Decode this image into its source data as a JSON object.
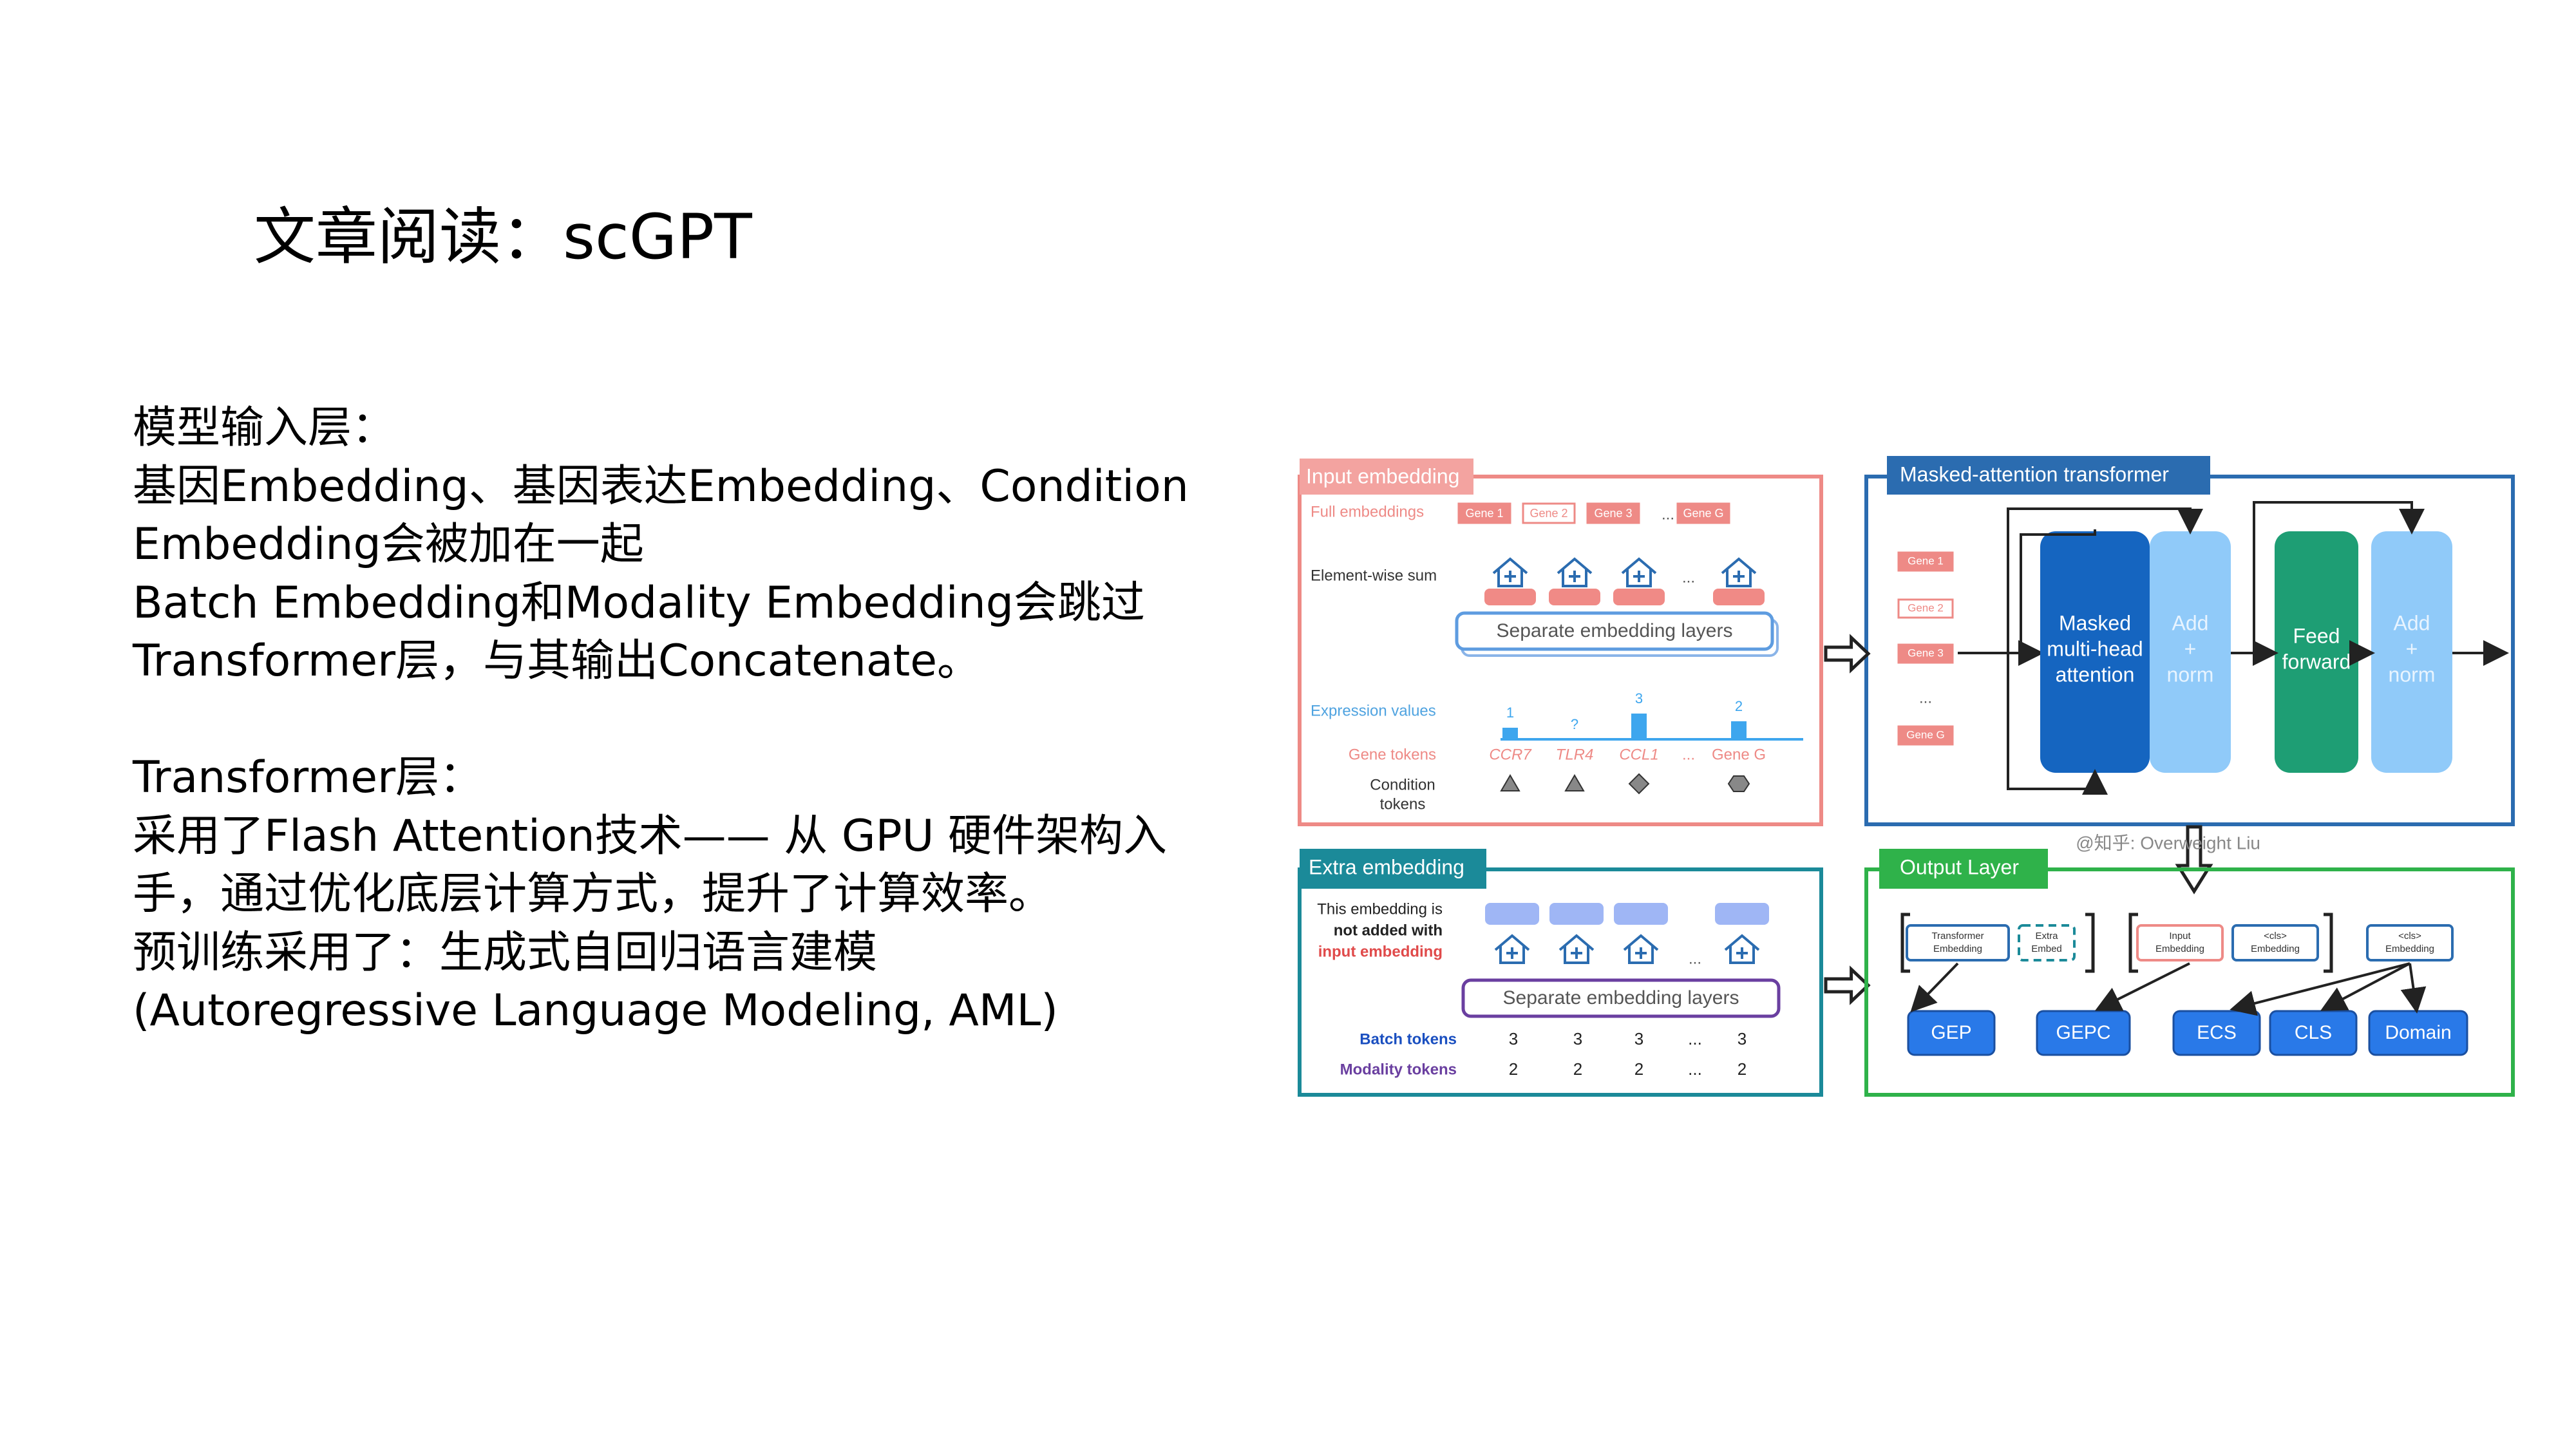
{
  "slide": {
    "title": "文章阅读：scGPT",
    "input_layer_heading": "模型输入层：",
    "input_layer_lines": [
      "基因Embedding、基因表达Embedding、Condition",
      "Embedding会被加在一起",
      "Batch Embedding和Modality Embedding会跳过",
      "Transformer层，与其输出Concatenate。"
    ],
    "transformer_heading": "Transformer层：",
    "transformer_lines": [
      "采用了Flash Attention技术—— 从 GPU 硬件架构入",
      "手，通过优化底层计算方式，提升了计算效率。",
      "预训练采用了：生成式自回归语言建模",
      "(Autoregressive Language Modeling, AML)"
    ]
  },
  "diagram": {
    "input_embedding": {
      "title": "Input embedding",
      "full_embeddings_label": "Full embeddings",
      "genes": [
        "Gene 1",
        "Gene 2",
        "Gene 3",
        "...",
        "Gene G"
      ],
      "element_wise_sum_label": "Element-wise sum",
      "ellipsis": "...",
      "separate_layers_label": "Separate embedding layers",
      "expression_values_label": "Expression values",
      "expression_values": [
        "1",
        "?",
        "3",
        "2"
      ],
      "gene_tokens_label": "Gene tokens",
      "gene_tokens": [
        "CCR7",
        "TLR4",
        "CCL1",
        "...",
        "Gene G"
      ],
      "condition_tokens_label": [
        "Condition",
        "tokens"
      ]
    },
    "masked_transformer": {
      "title": "Masked-attention transformer",
      "genes": [
        "Gene 1",
        "Gene 2",
        "Gene 3",
        "...",
        "Gene G"
      ],
      "blocks": [
        {
          "lines": [
            "Masked",
            "multi-head",
            "attention"
          ],
          "color": "#1565c0"
        },
        {
          "lines": [
            "Add",
            "+",
            "norm"
          ],
          "color": "#90caf9"
        },
        {
          "lines": [
            "Feed",
            "forward"
          ],
          "color": "#1e9e74"
        },
        {
          "lines": [
            "Add",
            "+",
            "norm"
          ],
          "color": "#90caf9"
        }
      ]
    },
    "watermark": "@知乎: Overweight Liu",
    "extra_embedding": {
      "title": "Extra embedding",
      "note_lines": [
        "This embedding is",
        "not added with",
        "input embedding"
      ],
      "separate_layers_label": "Separate embedding layers",
      "batch_tokens_label": "Batch tokens",
      "batch_tokens": [
        "3",
        "3",
        "3",
        "...",
        "3"
      ],
      "modality_tokens_label": "Modality tokens",
      "modality_tokens": [
        "2",
        "2",
        "2",
        "...",
        "2"
      ]
    },
    "output_layer": {
      "title": "Output Layer",
      "embeddings": [
        {
          "lines": [
            "Transformer",
            "Embedding"
          ]
        },
        {
          "lines": [
            "Extra",
            "Embed"
          ]
        },
        {
          "lines": [
            "Input",
            "Embedding"
          ]
        },
        {
          "lines": [
            "<cls>",
            "Embedding"
          ]
        },
        {
          "lines": [
            "<cls>",
            "Embedding"
          ]
        }
      ],
      "tasks": [
        "GEP",
        "GEPC",
        "ECS",
        "CLS",
        "Domain"
      ]
    },
    "colors": {
      "input": "#ee8a86",
      "transformer": "#2b6cb0",
      "extra": "#1b8a99",
      "output": "#2fb24a",
      "purple": "#6a3fa0",
      "task": "#2979e8"
    }
  }
}
